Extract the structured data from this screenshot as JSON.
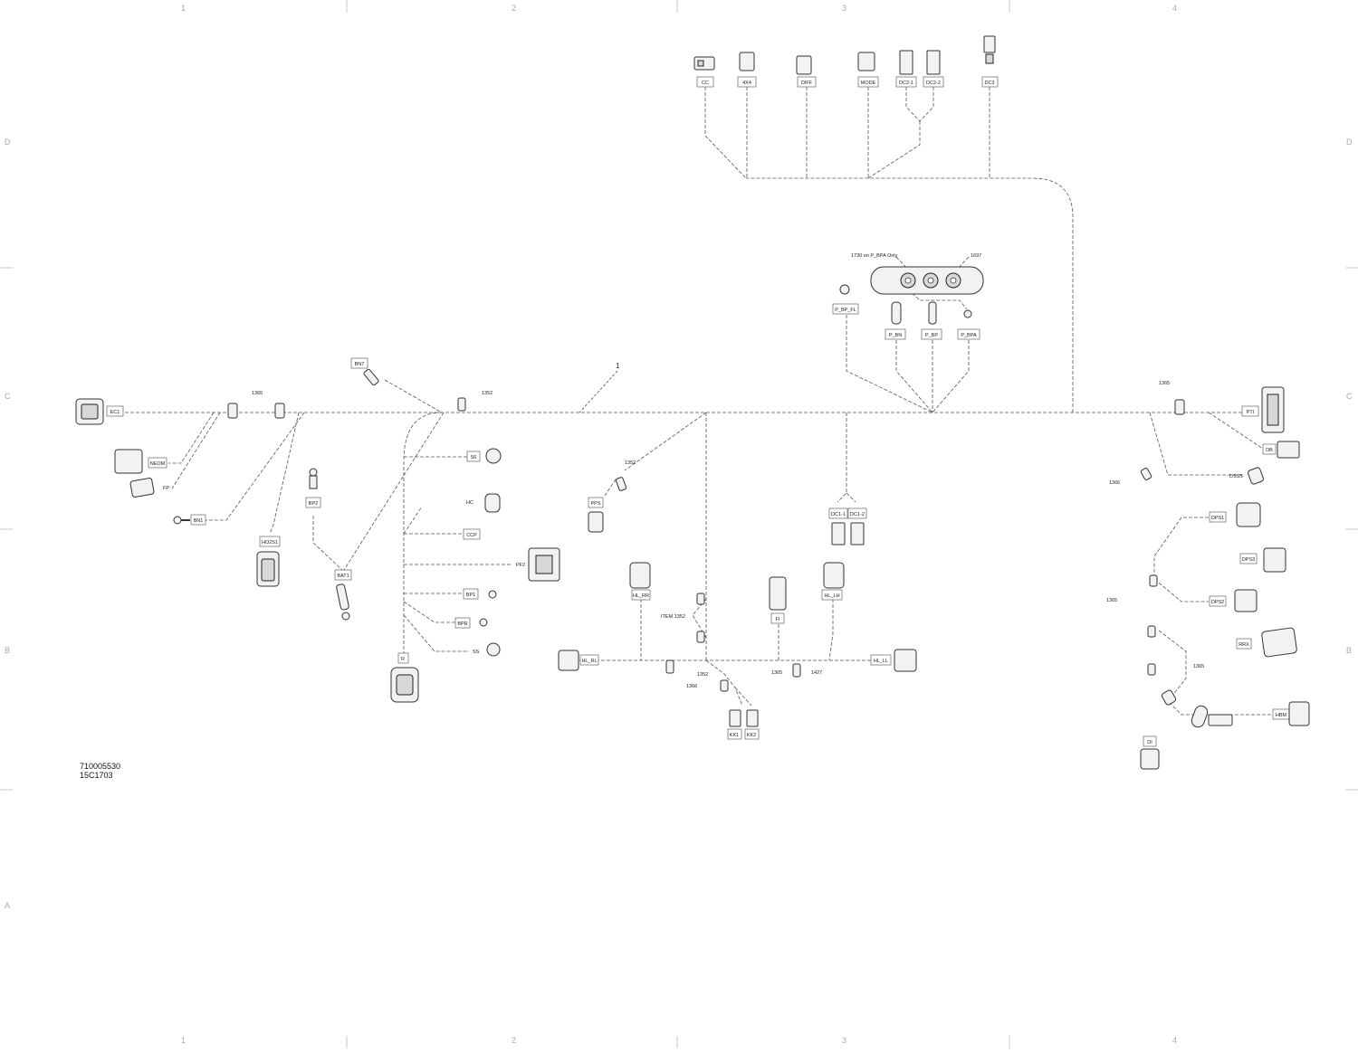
{
  "frame": {
    "columns": [
      "1",
      "2",
      "3",
      "4"
    ],
    "rows": [
      "D",
      "C",
      "B",
      "A"
    ]
  },
  "labels": {
    "CC": "CC",
    "4X4": "4X4",
    "DIFF": "DIFF",
    "MODE": "MODE",
    "DC2_1": "DC2-1",
    "DC2_2": "DC2-2",
    "DC3": "DC3",
    "ECU": "EC1",
    "MOD": "NEOM",
    "FP": "FP",
    "BN1": "BN1",
    "BN7": "BN7",
    "HO2S1": "HO2S1",
    "BP2": "BP2",
    "BAT1": "BAT1",
    "S6": "S6",
    "HC": "HC",
    "CCP": "CCP",
    "PF2": "PF2",
    "BP1": "BP1",
    "BPR": "BPR",
    "SS": "SS",
    "R": "R",
    "PPS": "PPS",
    "HL_RL": "HL_RL",
    "HL_RR": "HL_RR",
    "FI": "FI",
    "HL_LH": "HL_LH",
    "HL_LL": "HL_LL",
    "KK1": "KK1",
    "KK2": "KK2",
    "DC1_1": "DC1-1",
    "DC1_2": "DC1-2",
    "P_BP_FL": "P_BP_FL",
    "P_BN": "P_BN",
    "P_BP": "P_BP",
    "P_BPA": "P_BPA",
    "PTI": "PTI",
    "DB": "DB",
    "DSSS": "DSSS",
    "DPS1": "DPS1",
    "DPS3": "DPS3",
    "DPS2": "DPS2",
    "RRX": "RRX",
    "HBM": "HBM",
    "DI": "DI"
  },
  "callouts": {
    "harness": "1",
    "c1365a": "1365",
    "c1352a": "1352",
    "c1352b": "1352",
    "item1352": "ITEM 1352",
    "c1352c": "1352",
    "c1366": "1366",
    "c1365b": "1365",
    "c1427": "1427",
    "note1730": "1730 on P_BPA Only",
    "c1697": "1697",
    "c1365c": "1365",
    "c1366b": "1366",
    "c1365d": "1365",
    "c1365e": "1365"
  },
  "drawing": {
    "number": "710005530",
    "revision": "15C1703"
  }
}
